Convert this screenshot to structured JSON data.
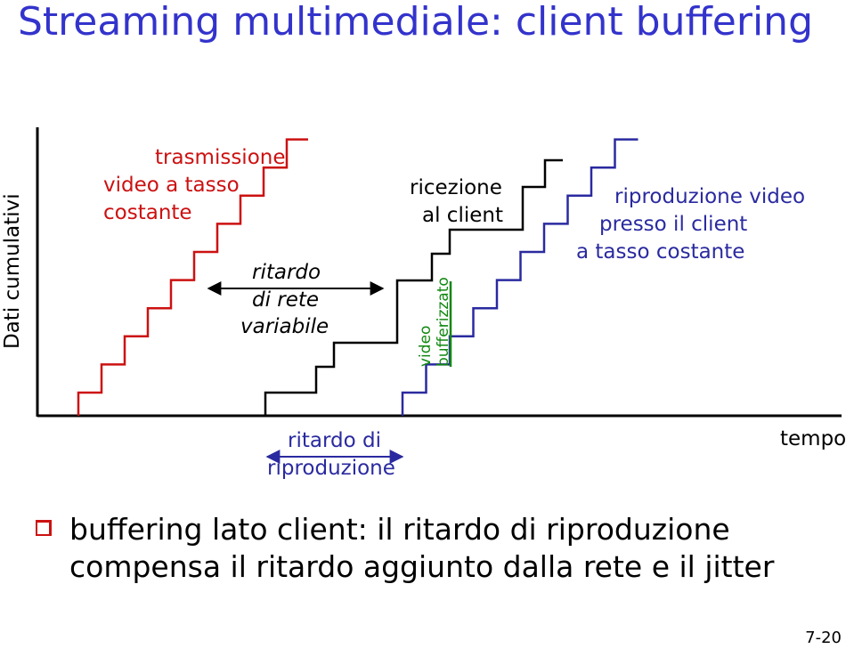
{
  "title": "Streaming multimediale:  client buffering",
  "y_axis_label": "Dati cumulativi",
  "x_axis_label": "tempo",
  "labels": {
    "constant_rate_tx": [
      "trasmissione",
      "video a tasso",
      "costante"
    ],
    "variable_delay": [
      "ritardo",
      "di rete",
      "variabile"
    ],
    "client_reception": [
      "ricezione",
      "al client"
    ],
    "constant_rate_playout": [
      "riproduzione video",
      "presso il client",
      "a tasso costante"
    ],
    "buffered_video": [
      "video",
      "bufferizzato"
    ],
    "playout_delay": [
      "ritardo di",
      "riproduzione"
    ]
  },
  "bullet": "buffering lato client: il ritardo di riproduzione compensa il ritardo aggiunto dalla rete e il jitter",
  "page_number": "7-20",
  "colors": {
    "title": "#3333cc",
    "transmission": "#cc1111",
    "reception": "#000000",
    "playout": "#2a2aa0",
    "buffer": "#118811"
  }
}
